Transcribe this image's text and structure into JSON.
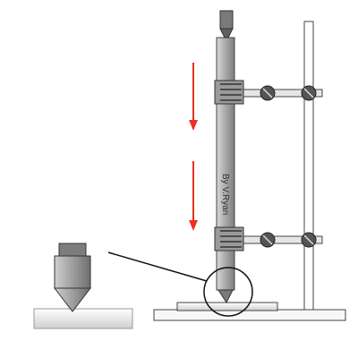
{
  "diagram": {
    "credit_text": "By V.Ryan",
    "arrow_color": "#e8311f",
    "rod_color": "#b5b5b5",
    "clamp_color": "#8c8c8c",
    "knob_color": "#555555",
    "base_color": "#f2f2f2",
    "line_color": "#222222",
    "arrow_count": 2,
    "clamp_count": 2
  }
}
